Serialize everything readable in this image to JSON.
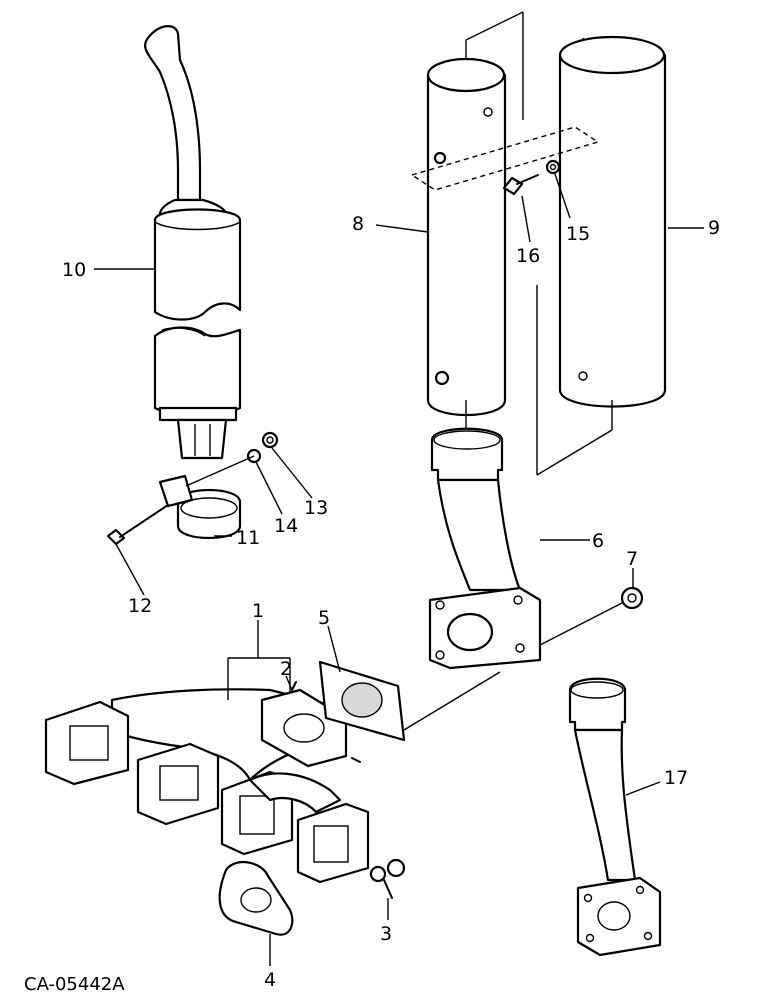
{
  "drawing_code": "CA-05442A",
  "callouts": {
    "1": "1",
    "2": "2",
    "3": "3",
    "4": "4",
    "5": "5",
    "6": "6",
    "7": "7",
    "8": "8",
    "9": "9",
    "10": "10",
    "11": "11",
    "12": "12",
    "13": "13",
    "14": "14",
    "15": "15",
    "16": "16",
    "17": "17"
  }
}
